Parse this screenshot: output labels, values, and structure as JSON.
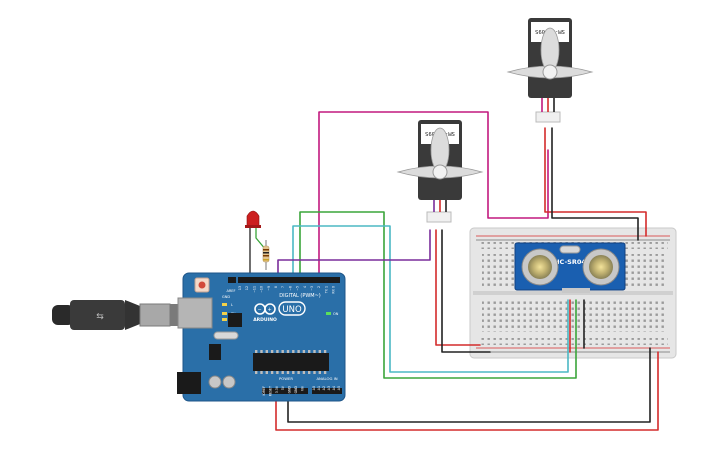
{
  "arduino": {
    "brand": "ARDUINO",
    "model": "UNO",
    "digital_header_label": "DIGITAL (PWM~)",
    "power_header_label": "POWER",
    "analog_header_label": "ANALOG IN",
    "aref_label": "AREF",
    "gnd_label": "GND",
    "tx_label": "TX",
    "rx_label": "RX",
    "l_label": "L",
    "on_label": "ON",
    "pin_numbers": [
      "13",
      "12",
      "~11",
      "~10",
      "~9",
      "8",
      "7",
      "~6",
      "~5",
      "4",
      "~3",
      "2",
      "TX 1",
      "RX 0"
    ],
    "power_pins": [
      "IOREF",
      "RESET",
      "3.3V",
      "5V",
      "GND",
      "GND",
      "Vin"
    ],
    "analog_pins": [
      "A0",
      "A1",
      "A2",
      "A3",
      "A4",
      "A5"
    ]
  },
  "sensor": {
    "label": "HC-SR04"
  },
  "servos": [
    {
      "label": "SM-S2309S"
    },
    {
      "label": "SM-S2309S"
    }
  ],
  "colors": {
    "board": "#2a6fa8",
    "board_dark": "#1f5588",
    "breadboard": "#e8e8e8",
    "wire_red": "#d42b2b",
    "wire_black": "#222222",
    "wire_magenta": "#c2197f",
    "wire_purple": "#7a2d9b",
    "wire_green": "#3aa53a",
    "wire_teal": "#4bb8c4",
    "sensor_blue": "#1a5fb0",
    "servo_body": "#3a3a3a",
    "led_red": "#cc1f1f"
  }
}
